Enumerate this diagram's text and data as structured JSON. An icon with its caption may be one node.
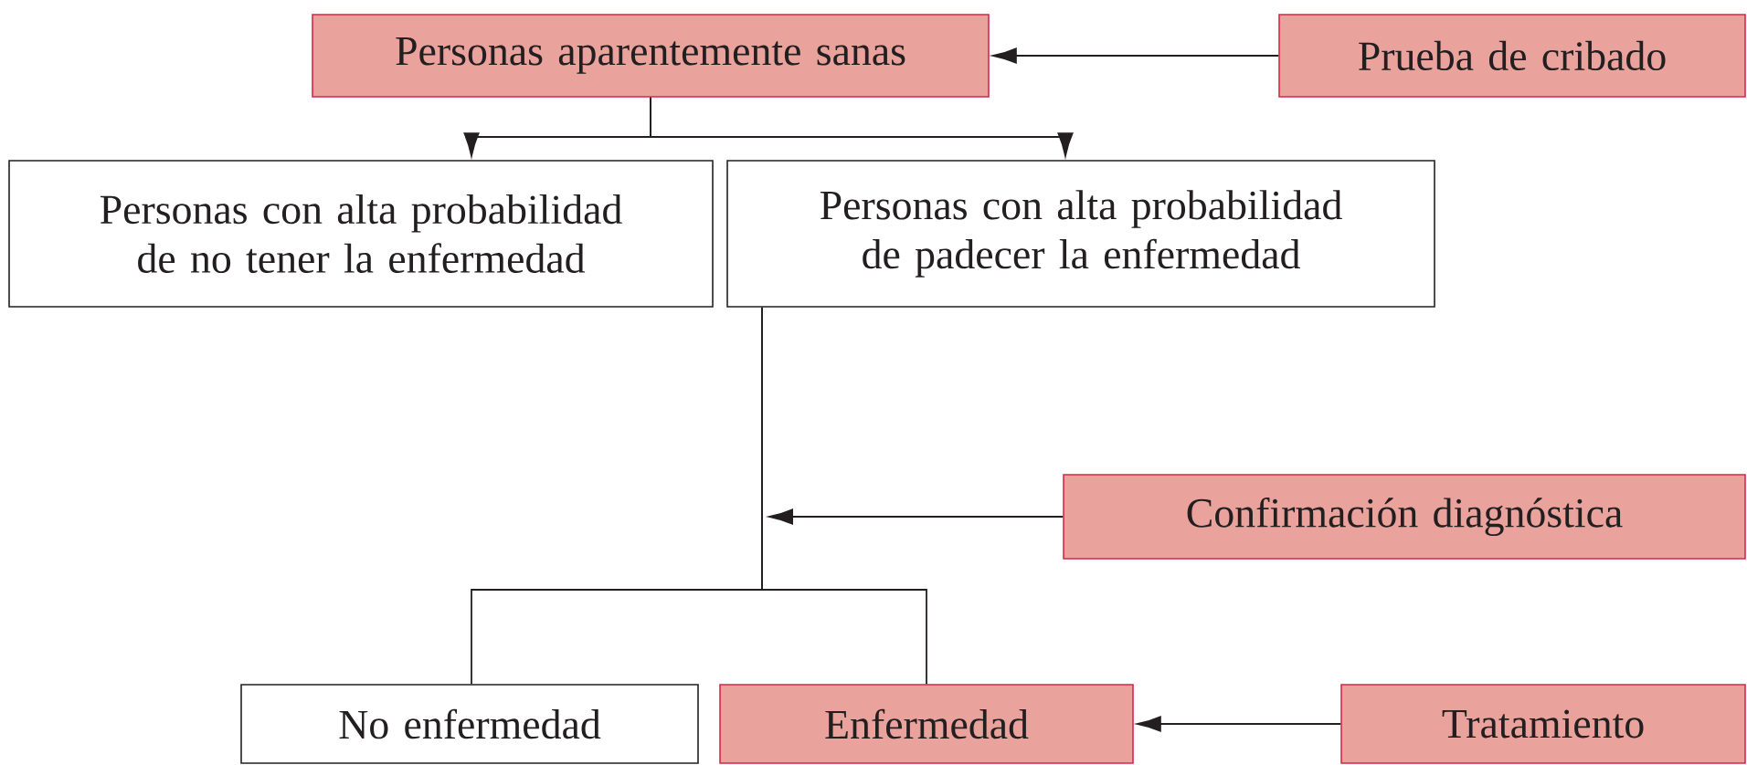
{
  "diagram": {
    "nodes": [
      {
        "text": [
          "Personas aparentemente sanas"
        ]
      },
      {
        "text": [
          "Prueba de cribado"
        ]
      },
      {
        "text": [
          "Personas con alta probabilidad de no tener la enfermedad"
        ]
      },
      {
        "text": [
          "Personas con alta probabilidad de padecer la enfermedad"
        ]
      },
      {
        "text": [
          "Confirmación diagnóstica"
        ]
      },
      {
        "text": [
          "No enfermedad"
        ]
      },
      {
        "text": [
          "Enfermedad"
        ]
      },
      {
        "text": [
          "Tratamiento"
        ]
      }
    ],
    "edges": [
      {
        "from": 1,
        "to": 0,
        "arrow": "to"
      },
      {
        "from": 0,
        "to": 2,
        "arrow": "to"
      },
      {
        "from": 0,
        "to": 3,
        "arrow": "to"
      },
      {
        "from": 4,
        "to": null,
        "arrow": "to"
      },
      {
        "from": 3,
        "to": 5,
        "arrow": "none"
      },
      {
        "from": 3,
        "to": 6,
        "arrow": "none"
      },
      {
        "from": 7,
        "to": 6,
        "arrow": "to"
      }
    ]
  }
}
